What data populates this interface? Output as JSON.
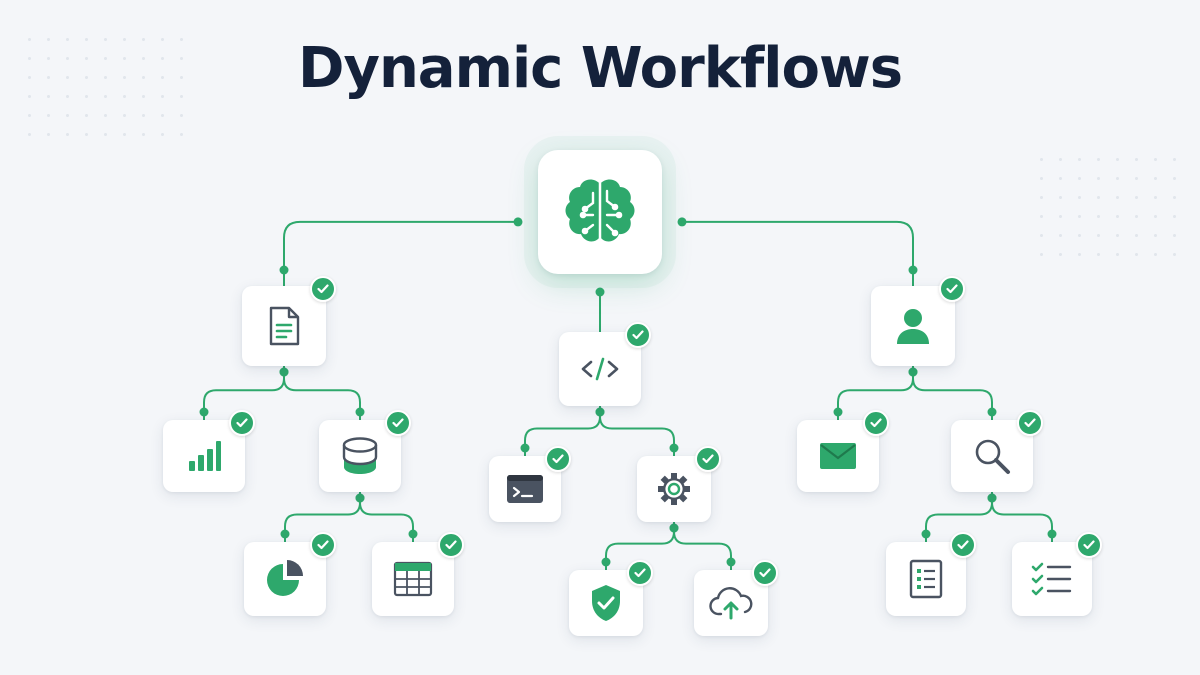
{
  "title": "Dynamic Workflows",
  "colors": {
    "accent": "#2ea86c",
    "icon_gray": "#4a5361",
    "title": "#14213a"
  },
  "nodes": [
    {
      "id": "hub",
      "icon": "brain-circuit-icon"
    },
    {
      "id": "n1",
      "icon": "document-icon",
      "checked": true
    },
    {
      "id": "n2",
      "icon": "code-brackets-icon",
      "checked": true
    },
    {
      "id": "n3",
      "icon": "user-icon",
      "checked": true
    },
    {
      "id": "n4",
      "icon": "bar-chart-icon",
      "checked": true
    },
    {
      "id": "n5",
      "icon": "database-icon",
      "checked": true
    },
    {
      "id": "n6",
      "icon": "terminal-icon",
      "checked": true
    },
    {
      "id": "n7",
      "icon": "gear-icon",
      "checked": true
    },
    {
      "id": "n8",
      "icon": "envelope-icon",
      "checked": true
    },
    {
      "id": "n9",
      "icon": "magnifier-icon",
      "checked": true
    },
    {
      "id": "n10",
      "icon": "pie-chart-icon",
      "checked": true
    },
    {
      "id": "n11",
      "icon": "table-icon",
      "checked": true
    },
    {
      "id": "n12",
      "icon": "shield-check-icon",
      "checked": true
    },
    {
      "id": "n13",
      "icon": "cloud-upload-icon",
      "checked": true
    },
    {
      "id": "n14",
      "icon": "list-doc-icon",
      "checked": true
    },
    {
      "id": "n15",
      "icon": "checklist-icon",
      "checked": true
    }
  ],
  "edges": [
    {
      "from": "hub",
      "to": "n1"
    },
    {
      "from": "hub",
      "to": "n2"
    },
    {
      "from": "hub",
      "to": "n3"
    },
    {
      "from": "n1",
      "to": "n4"
    },
    {
      "from": "n1",
      "to": "n5"
    },
    {
      "from": "n2",
      "to": "n6"
    },
    {
      "from": "n2",
      "to": "n7"
    },
    {
      "from": "n3",
      "to": "n8"
    },
    {
      "from": "n3",
      "to": "n9"
    },
    {
      "from": "n5",
      "to": "n10"
    },
    {
      "from": "n5",
      "to": "n11"
    },
    {
      "from": "n7",
      "to": "n12"
    },
    {
      "from": "n7",
      "to": "n13"
    },
    {
      "from": "n9",
      "to": "n14"
    },
    {
      "from": "n9",
      "to": "n15"
    }
  ]
}
